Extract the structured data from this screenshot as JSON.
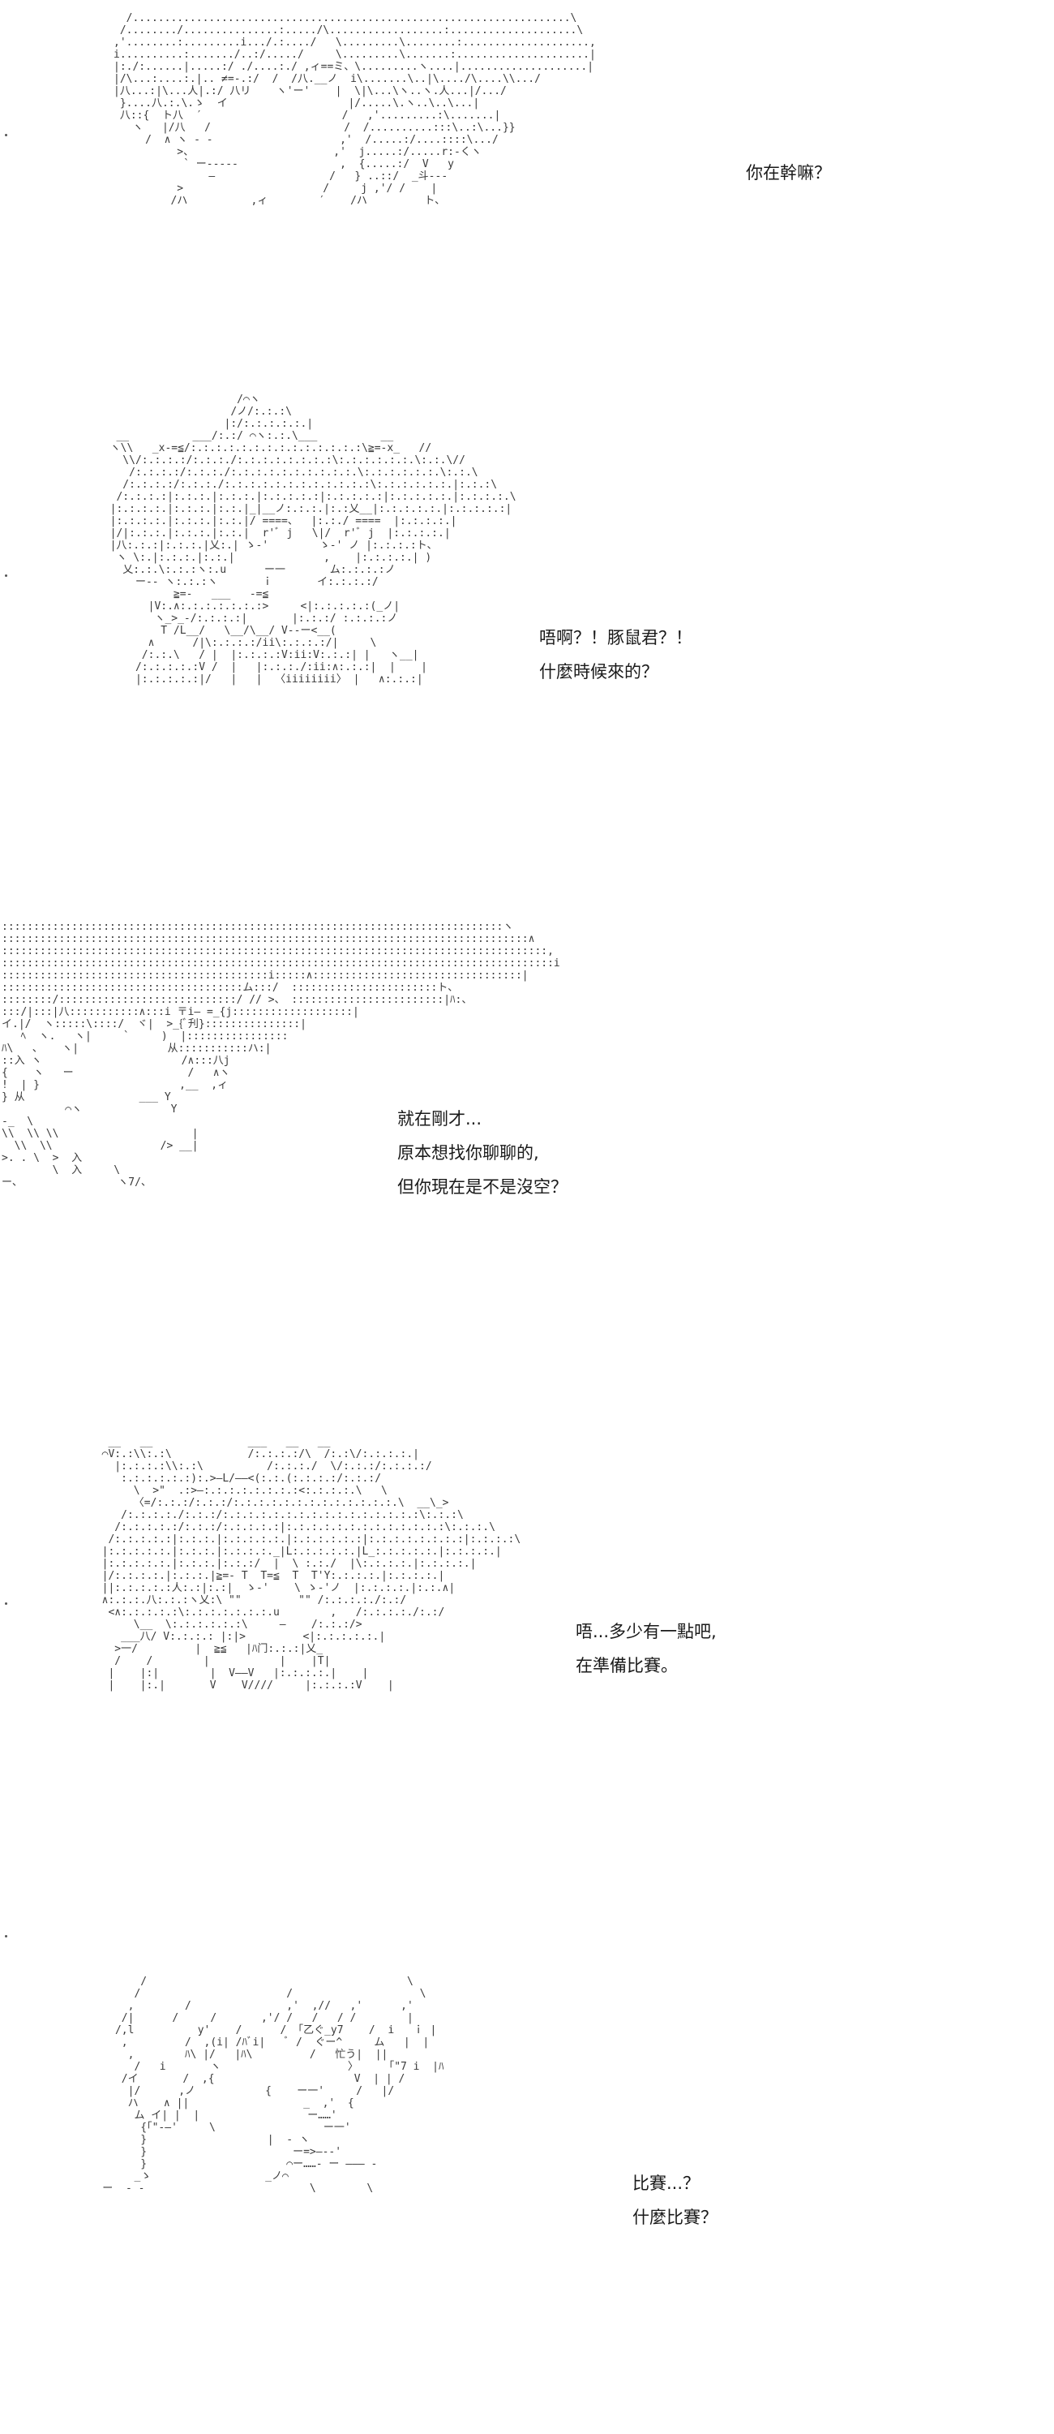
{
  "panels": [
    {
      "lines": [
        "你在幹嘛？"
      ]
    },
    {
      "lines": [
        "唔啊？！豚鼠君？！",
        "什麼時候來的？"
      ]
    },
    {
      "lines": [
        "就在剛才...",
        "原本想找你聊聊的,",
        "但你現在是不是沒空？"
      ]
    },
    {
      "lines": [
        "唔...多少有一點吧,",
        "在準備比賽。"
      ]
    },
    {
      "lines": [
        "比賽...？",
        "什麼比賽？"
      ]
    }
  ],
  "colors": {
    "background": "#ffffff",
    "ink": "#1a1a1a",
    "art_ink": "#3a3a3a"
  }
}
